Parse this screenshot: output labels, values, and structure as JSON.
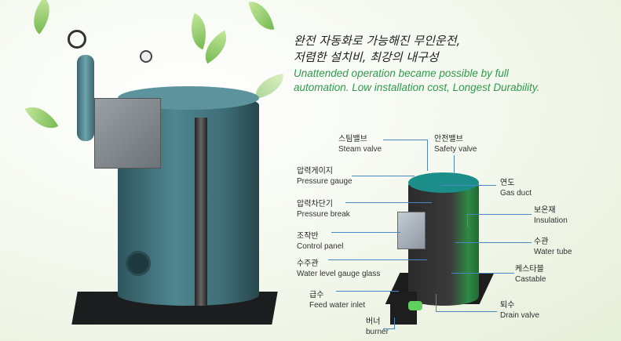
{
  "headline": {
    "ko_line1": "완전 자동화로 가능해진 무인운전,",
    "ko_line2": "저렴한 설치비, 최강의 내구성",
    "en_line1": "Unattended operation became possible by full",
    "en_line2": "automation. Low installation cost, Longest Durability."
  },
  "labels": [
    {
      "ko": "스팀밸브",
      "en": "Steam valve"
    },
    {
      "ko": "안전밸브",
      "en": "Safety valve"
    },
    {
      "ko": "압력게이지",
      "en": "Pressure gauge"
    },
    {
      "ko": "연도",
      "en": "Gas duct"
    },
    {
      "ko": "압력차단기",
      "en": "Pressure break"
    },
    {
      "ko": "보온재",
      "en": "Insulation"
    },
    {
      "ko": "조작반",
      "en": "Control panel"
    },
    {
      "ko": "수관",
      "en": "Water tube"
    },
    {
      "ko": "수주관",
      "en": "Water level gauge glass"
    },
    {
      "ko": "케스타블",
      "en": "Castable"
    },
    {
      "ko": "급수",
      "en": "Feed water inlet"
    },
    {
      "ko": "퇴수",
      "en": "Drain valve"
    },
    {
      "ko": "버너",
      "en": "burner"
    }
  ],
  "colors": {
    "headline_en": "#2e9a4c",
    "leader_line": "#4a86c2",
    "boiler_body": "#3d6a73"
  }
}
